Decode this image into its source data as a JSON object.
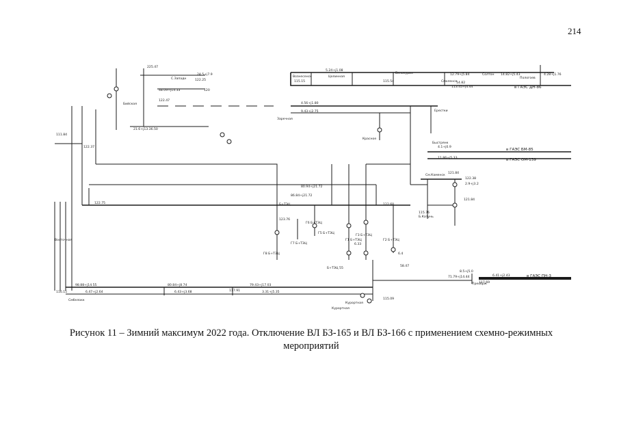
{
  "page": {
    "number": "214"
  },
  "caption": {
    "line1": "Рисунок 11 – Зимний максимум 2022 года. Отключение ВЛ БЗ-165 и ВЛ БЗ-166 с применением схемно-режимных",
    "line2": "мероприятий"
  },
  "diagram": {
    "labels": {
      "vl_dn86": "в ГАЭС ДН-86",
      "vl_bm85": "в ГАЭС БМ-85",
      "vl_bm139": "в ГАЭС ОМ-139",
      "vl_pn3": "в ГАЭС ПН-3",
      "s_zapad": "С.Западн",
      "bijskaya": "Бийская",
      "zarechnaya": "Заречная",
      "krasnoe": "Красное",
      "erestki": "Ерестки",
      "bystryi": "Быстрянк",
      "sm_kamen": "См.Каменск",
      "b_katun": "Б.Катунь",
      "vostochnaya": "Восточная",
      "sm_belok": "Смбелокк",
      "kurortnaya": "Курортная",
      "preobr": "Преобрж",
      "voznesen": "Вознесенск",
      "tsel": "Целинная",
      "belokur": "Белокурих",
      "smolen": "Смоленск",
      "solton": "Солтон",
      "pologoe": "Пологоев",
      "vs_1": "Б+ТЭЦ",
      "vs_2": "Г6 Б+ТЭЦ",
      "vs_3": "Г7 Б+ТЭЦ",
      "vs_4": "Г5 Б+ТЭЦ",
      "vs_5": "Г1 Б+ТЭЦ",
      "vs_6": "Г2 Б+ТЭЦ",
      "vs_7": "Г3 Б+ТЭЦ",
      "vs_8": "Г8 Б+ТЭЦ",
      "vs_9": "Б+ТЭЦ 55"
    },
    "values": {
      "v1": "225.47",
      "v2": "24.5+j7.9",
      "v3": "122.25",
      "v4": "48.09+j14.33",
      "v5": "120",
      "v6": "122.47",
      "v7": "21.6+j13.36.50",
      "v8": "4.56+j1.80",
      "v9": "9.43+j2.75",
      "v10": "111.84",
      "v11": "122.37",
      "v12": "5.24+j1.08",
      "v13": "115.15",
      "v14": "115.54",
      "v15": "12.79+j5.84",
      "v16": "14.82+j5.43",
      "v17": "4.28+j1.76",
      "v18": "14.82",
      "v19": "113.45+j4.44",
      "v20": "4.1+j0.9",
      "v21": "11.86+j5.33",
      "v22": "121.84",
      "v23": "80.94+j21.72",
      "v24": "86.84+j21.72",
      "v25": "122.68",
      "v26": "122.75",
      "v27": "121.84",
      "v28": "115.76",
      "v29": "123.76",
      "v30": "98.88+j14.55",
      "v31": "80.84+j8.74",
      "v32": "79.43+j17.03",
      "v33": "6.47+j2.64",
      "v34": "6.43+j3.68",
      "v35": "117.91",
      "v36": "3.31+j5.35",
      "v37": "71.79+j14.44",
      "v38": "6.41+j2.43",
      "v39": "117.69",
      "v40": "115.09",
      "v41": "116.15",
      "v42": "6.33",
      "v43": "6.4",
      "v44": "58.47",
      "v45": "2.9+j3.2",
      "v46": "122.38",
      "v47": "8.5+j5.0"
    }
  }
}
